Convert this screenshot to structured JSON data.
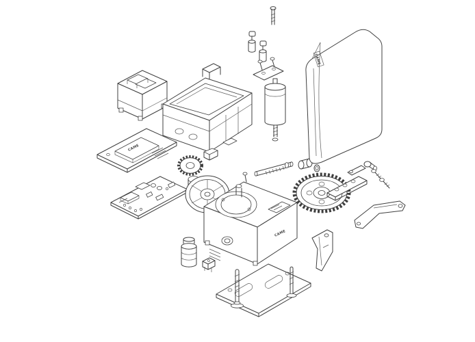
{
  "page": {
    "background": "#ffffff",
    "line_color": "#3f3f3f",
    "description": "Exploded parts diagram of a sliding gate motor"
  },
  "labels": {
    "cover_logo": "CAME",
    "plate_logo": "CAME",
    "motor_logo": "CAME"
  },
  "parts": [
    {
      "name": "top-screw"
    },
    {
      "name": "fuse-holders"
    },
    {
      "name": "screw-bracket"
    },
    {
      "name": "capacitor"
    },
    {
      "name": "transformer"
    },
    {
      "name": "board-cover-plate"
    },
    {
      "name": "control-pcb"
    },
    {
      "name": "main-chassis"
    },
    {
      "name": "pinion-gear"
    },
    {
      "name": "pulley-wheel"
    },
    {
      "name": "worm-shaft"
    },
    {
      "name": "coupling-bushings"
    },
    {
      "name": "drive-gear"
    },
    {
      "name": "motor-body"
    },
    {
      "name": "cover-housing"
    },
    {
      "name": "release-lock"
    },
    {
      "name": "fixing-screws"
    },
    {
      "name": "bracket-bar"
    },
    {
      "name": "release-lever"
    },
    {
      "name": "flag-bracket"
    },
    {
      "name": "base-plate"
    },
    {
      "name": "anchor-bolts"
    },
    {
      "name": "grease-cylinder"
    },
    {
      "name": "micro-switch"
    }
  ]
}
